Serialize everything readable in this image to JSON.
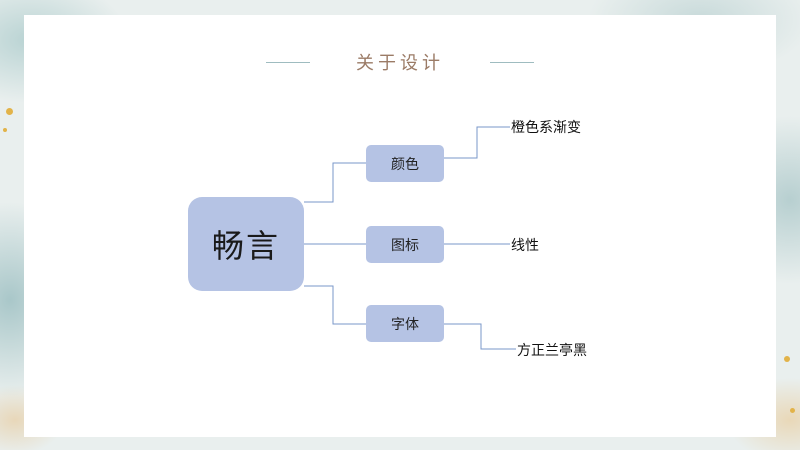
{
  "slide": {
    "title": "关于设计"
  },
  "mindmap": {
    "root": "畅言",
    "branches": [
      {
        "label": "颜色",
        "leaf": "橙色系渐变"
      },
      {
        "label": "图标",
        "leaf": "线性"
      },
      {
        "label": "字体",
        "leaf": "方正兰亭黑"
      }
    ]
  },
  "colors": {
    "node_fill": "#b5c3e4",
    "connector": "#7a97c8",
    "title_text": "#9b7b66",
    "title_rule": "#9fbcc0",
    "accent_speck": "#e2b349"
  }
}
